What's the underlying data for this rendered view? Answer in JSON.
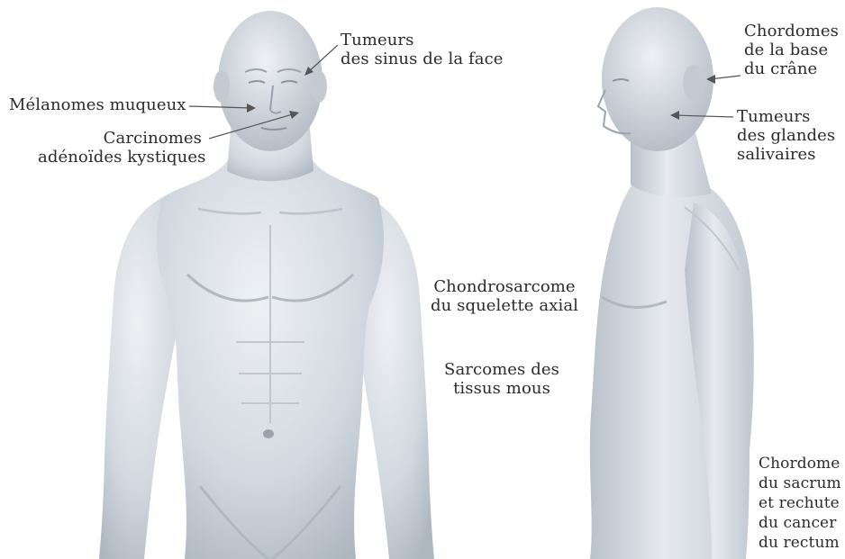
{
  "labels": {
    "tumeurs_sinus": [
      "Tumeurs",
      "des sinus de la face"
    ],
    "melanomes": [
      "Mélanomes muqueux"
    ],
    "carcinomes": [
      "Carcinomes",
      "adénoïdes kystiques"
    ],
    "chordomes_base": [
      "Chordomes",
      "de la base",
      "du crâne"
    ],
    "tumeurs_glandes": [
      "Tumeurs",
      "des glandes",
      "salivaires"
    ],
    "chondrosarcome": [
      "Chondrosarcome",
      "du squelette axial"
    ],
    "sarcomes": [
      "Sarcomes des",
      "tissus mous"
    ],
    "chordome_sacrum": [
      "Chordome",
      "du sacrum",
      "et rechute",
      "du cancer",
      "du rectum"
    ]
  },
  "colors": {
    "skin": "#cfd5dc",
    "skin_light": "#e4e8ec",
    "skin_shadow": "#a7afb9",
    "leader": "#555555"
  }
}
